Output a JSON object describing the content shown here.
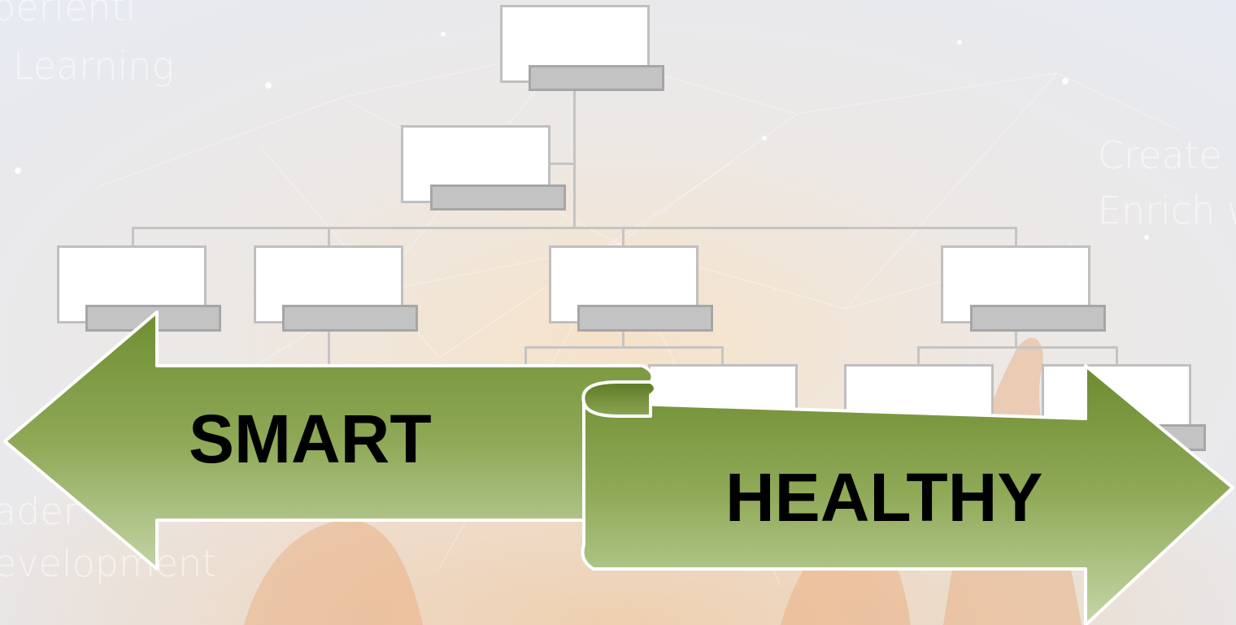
{
  "background": {
    "phrases": [
      "perienti",
      "Learning",
      "Create",
      "Enrich w",
      "ader",
      "evelopment"
    ]
  },
  "arrows": {
    "left": {
      "label": "SMART",
      "direction": "left"
    },
    "right": {
      "label": "HEALTHY",
      "direction": "right"
    }
  },
  "colors": {
    "arrow_top": "#6f8f33",
    "arrow_bottom": "#b6cb94",
    "box_fill": "#ffffff",
    "box_border": "#bfbfbf",
    "sub_fill": "#c3c3c3",
    "connector": "#c4c4c4"
  },
  "org_chart": {
    "levels": 4,
    "boxes_text": []
  }
}
